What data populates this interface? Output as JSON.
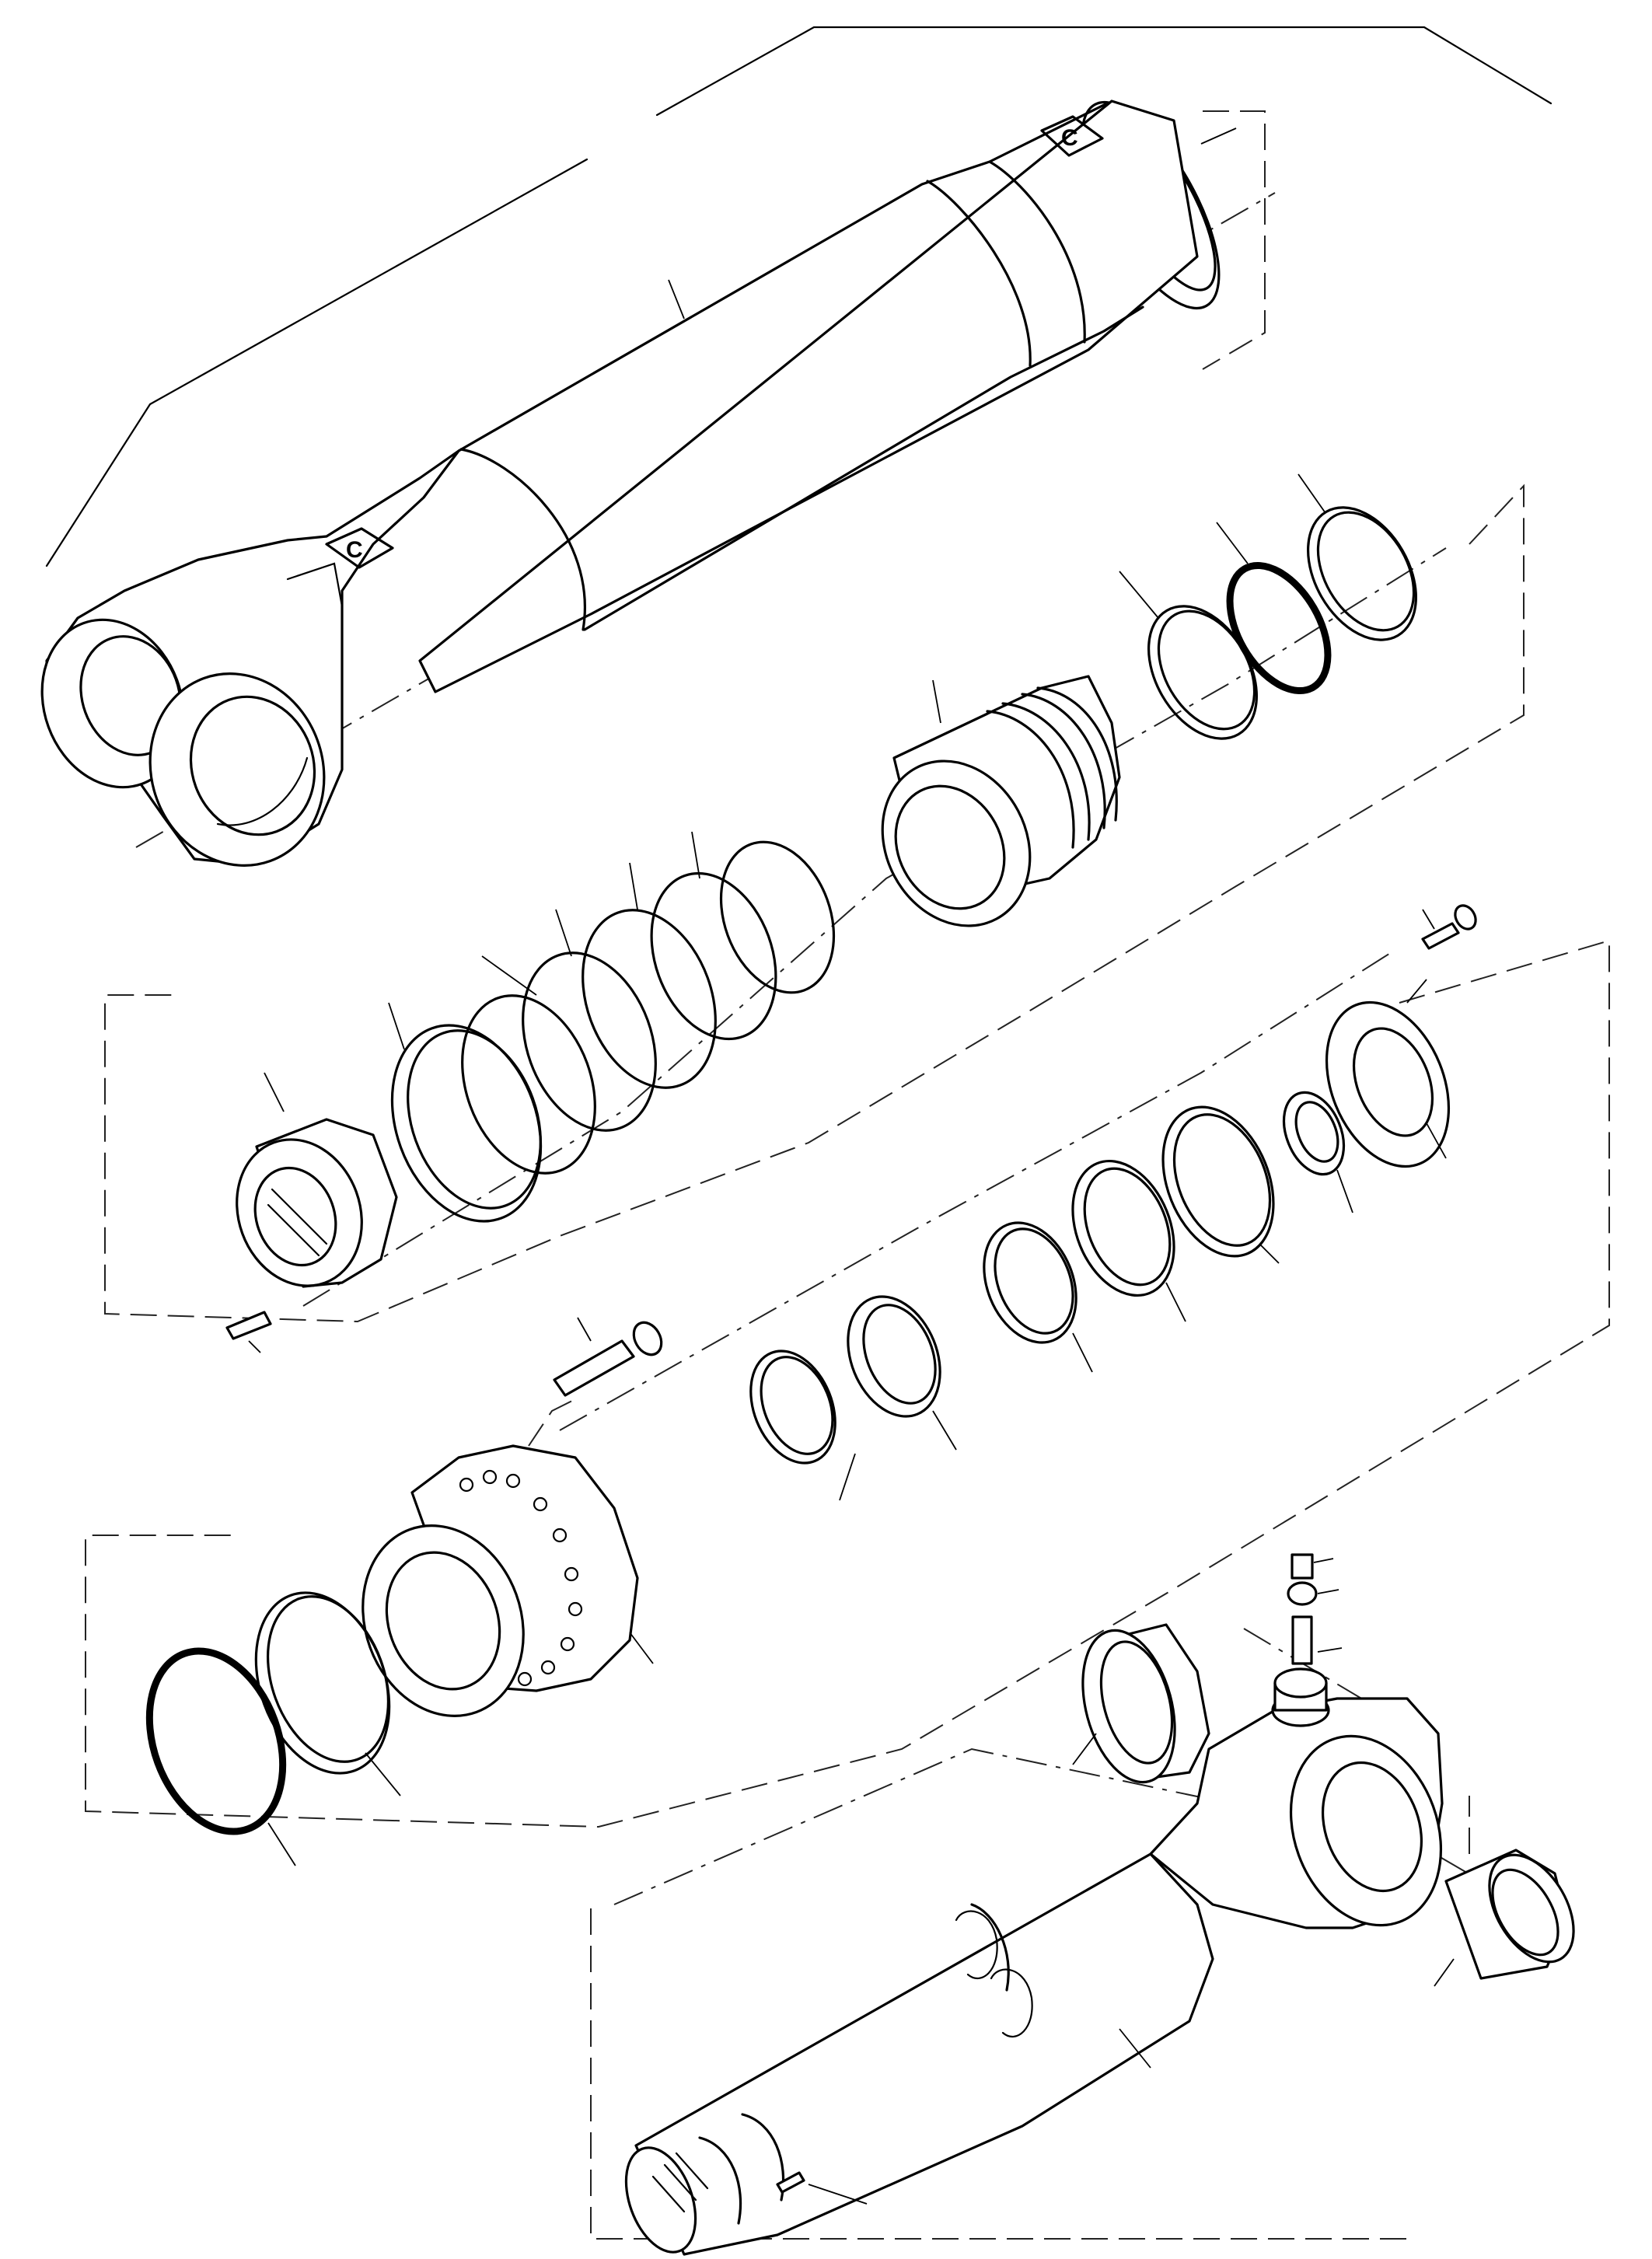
{
  "figure": {
    "kind": "exploded-parts-view",
    "subject": "hydraulic-cylinder",
    "stamp_marks": [
      "C"
    ]
  },
  "parts": [
    {
      "id": "cylinder-barrel"
    },
    {
      "id": "piston-rod"
    },
    {
      "id": "piston"
    },
    {
      "id": "piston-seal-ring-1"
    },
    {
      "id": "piston-seal-ring-2"
    },
    {
      "id": "piston-seal-ring-3"
    },
    {
      "id": "cylinder-head"
    },
    {
      "id": "head-bolt"
    },
    {
      "id": "grease-nipple"
    },
    {
      "id": "rod-eye-bushing-left"
    },
    {
      "id": "rod-eye-bushing-right"
    }
  ]
}
